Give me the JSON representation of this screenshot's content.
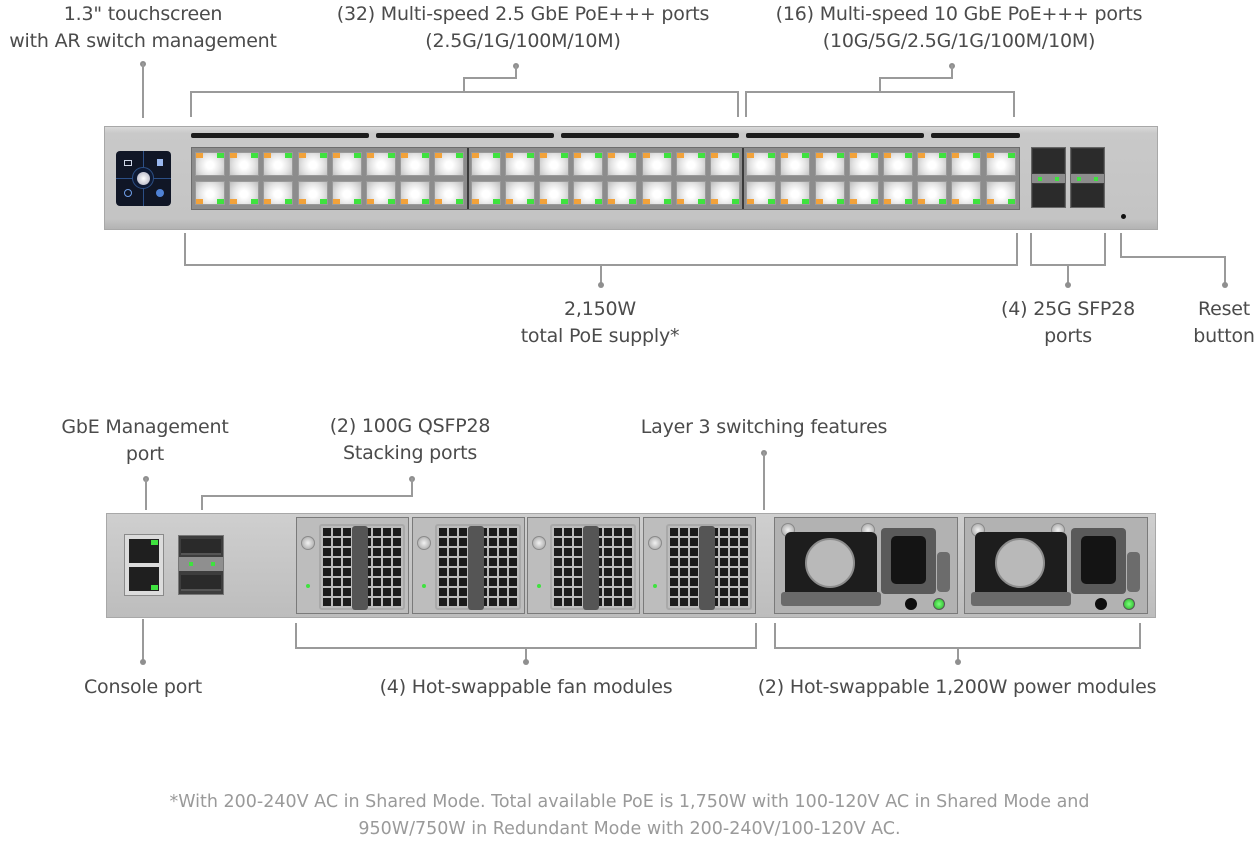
{
  "front_callouts": {
    "touchscreen": {
      "line1": "1.3\" touchscreen",
      "line2": "with AR switch management"
    },
    "ports_2_5g": {
      "line1": "(32) Multi-speed 2.5 GbE PoE+++ ports",
      "line2": "(2.5G/1G/100M/10M)"
    },
    "ports_10g": {
      "line1": "(16) Multi-speed 10 GbE PoE+++ ports",
      "line2": "(10G/5G/2.5G/1G/100M/10M)"
    },
    "poe_supply": {
      "line1": "2,150W",
      "line2": "total PoE supply*"
    },
    "sfp28": {
      "line1": "(4) 25G SFP28",
      "line2": "ports"
    },
    "reset": {
      "line1": "Reset",
      "line2": "button"
    }
  },
  "rear_callouts": {
    "mgmt": {
      "line1": "GbE Management",
      "line2": "port"
    },
    "qsfp": {
      "line1": "(2) 100G QSFP28",
      "line2": "Stacking ports"
    },
    "layer3": {
      "line1": "Layer 3 switching features"
    },
    "console": {
      "line1": "Console port"
    },
    "fans": {
      "line1": "(4) Hot-swappable fan modules"
    },
    "power": {
      "line1": "(2) Hot-swappable 1,200W power modules"
    }
  },
  "footnote": {
    "line1": "*With 200-240V AC in Shared Mode. Total available PoE is 1,750W with 100-120V AC in Shared Mode and",
    "line2": "950W/750W in Redundant Mode with 200-240V/100-120V AC."
  },
  "colors": {
    "led_orange": "#f2a23a",
    "led_green": "#3fe23f",
    "chassis": "#c6c6c6",
    "text": "#4b4b4b",
    "footnote": "#9a9a9a"
  },
  "counts": {
    "rj45_2_5g": 32,
    "rj45_10g": 16,
    "sfp28": 4,
    "qsfp28": 2,
    "fan_modules": 4,
    "power_modules": 2
  }
}
